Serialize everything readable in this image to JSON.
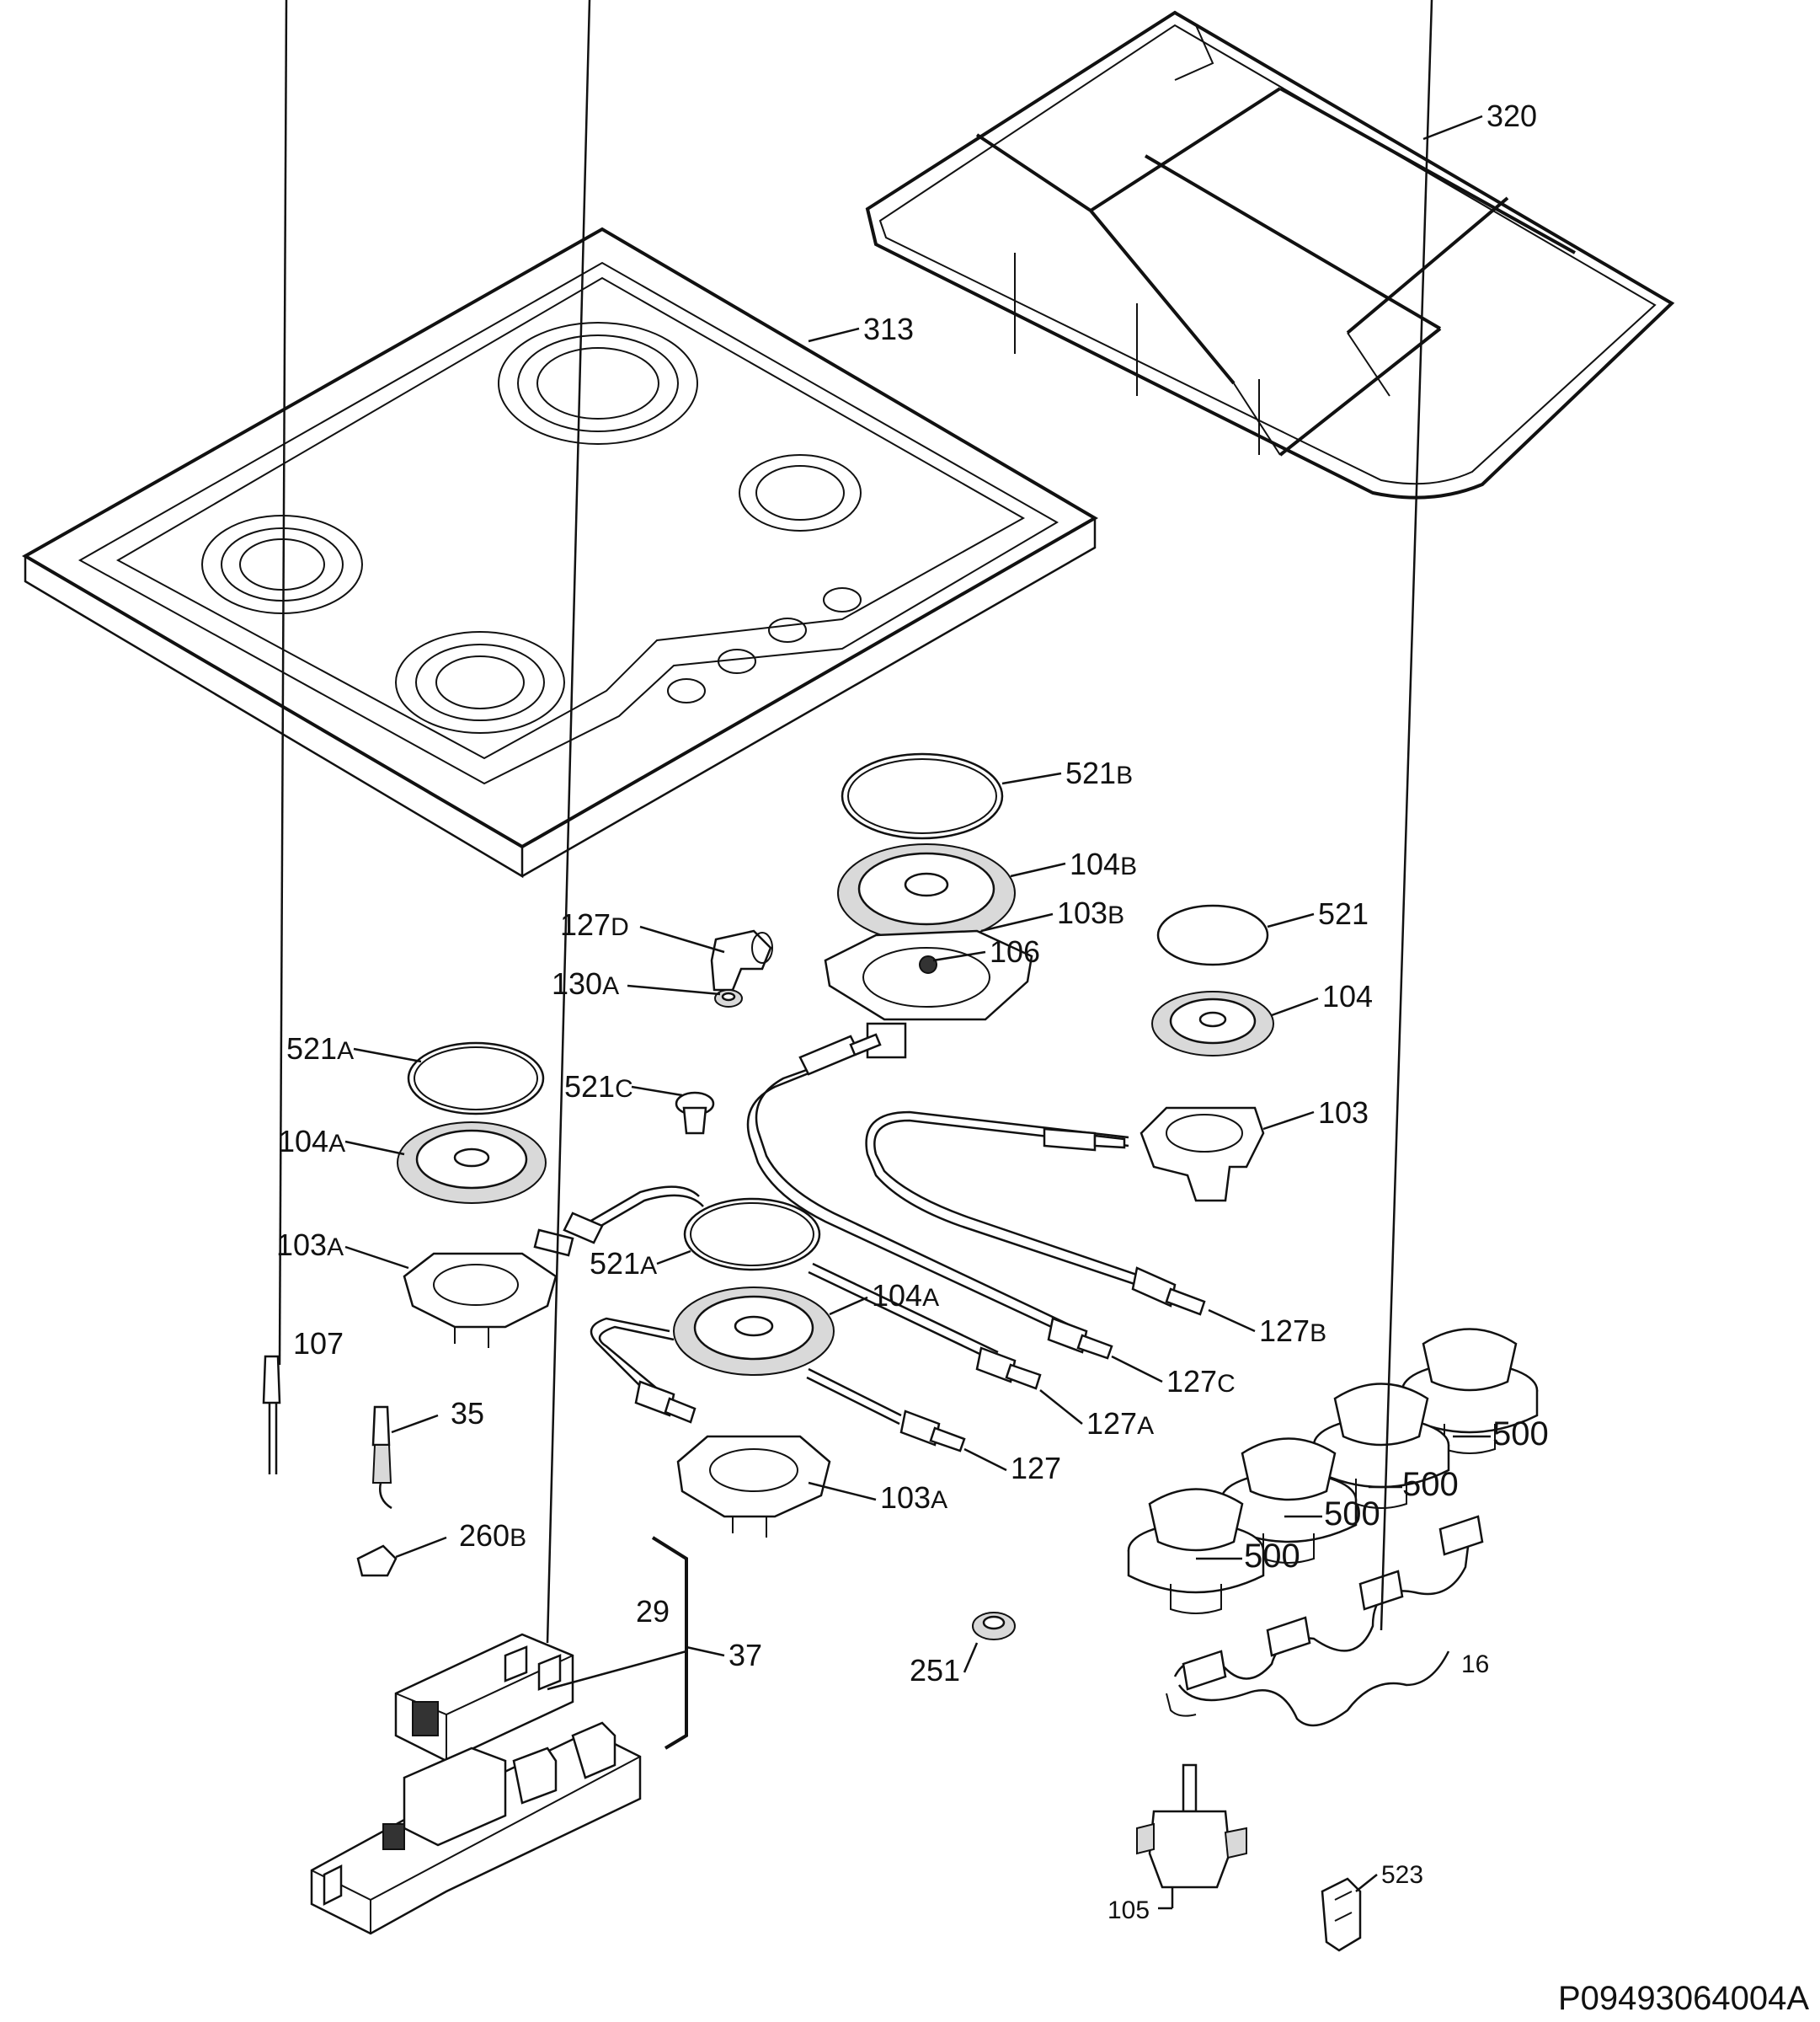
{
  "figure_ref": "P09493064004A",
  "labels": {
    "p320": "320",
    "p313": "313",
    "p521b": "521",
    "p521b_sub": "B",
    "p104b": "104",
    "p104b_sub": "B",
    "p103b": "103",
    "p103b_sub": "B",
    "p106": "106",
    "p127d": "127",
    "p127d_sub": "D",
    "p130a": "130",
    "p130a_sub": "A",
    "p521_right": "521",
    "p104_right": "104",
    "p103_right": "103",
    "p521a_top": "521",
    "p521a_top_sub": "A",
    "p521c": "521",
    "p521c_sub": "C",
    "p104a_left": "104",
    "p104a_left_sub": "A",
    "p103a_left": "103",
    "p103a_left_sub": "A",
    "p521a_mid": "521",
    "p521a_mid_sub": "A",
    "p104a_mid": "104",
    "p104a_mid_sub": "A",
    "p127b": "127",
    "p127b_sub": "B",
    "p127c": "127",
    "p127c_sub": "C",
    "p127a": "127",
    "p127a_sub": "A",
    "p127": "127",
    "p103a_bottom": "103",
    "p103a_bottom_sub": "A",
    "p107": "107",
    "p35": "35",
    "p260b": "260",
    "p260b_sub": "B",
    "p29": "29",
    "p37": "37",
    "p251": "251",
    "p500_1": "500",
    "p500_2": "500",
    "p500_3": "500",
    "p500_4": "500",
    "p16": "16",
    "p105": "105",
    "p523": "523"
  }
}
